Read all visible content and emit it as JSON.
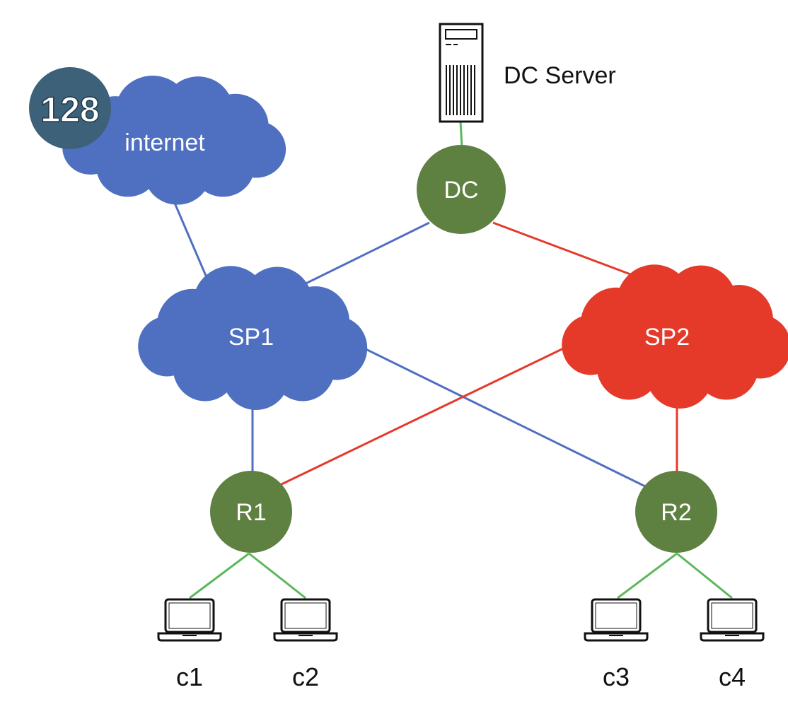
{
  "badge": {
    "text": "128",
    "color": "#3d6179"
  },
  "colors": {
    "blue": "#4f6fc0",
    "red": "#e53a2a",
    "green_node": "#5e8040",
    "green_link": "#5cb85c"
  },
  "nodes": {
    "internet": {
      "label": "internet",
      "kind": "cloud",
      "color": "#4f6fc0"
    },
    "sp1": {
      "label": "SP1",
      "kind": "cloud",
      "color": "#4f6fc0"
    },
    "sp2": {
      "label": "SP2",
      "kind": "cloud",
      "color": "#e53a2a"
    },
    "dc": {
      "label": "DC",
      "kind": "router",
      "color": "#5e8040"
    },
    "r1": {
      "label": "R1",
      "kind": "router",
      "color": "#5e8040"
    },
    "r2": {
      "label": "R2",
      "kind": "router",
      "color": "#5e8040"
    },
    "dc_server": {
      "label": "DC Server",
      "kind": "server",
      "icon": "server-icon"
    },
    "c1": {
      "label": "c1",
      "kind": "client",
      "icon": "laptop-icon"
    },
    "c2": {
      "label": "c2",
      "kind": "client",
      "icon": "laptop-icon"
    },
    "c3": {
      "label": "c3",
      "kind": "client",
      "icon": "laptop-icon"
    },
    "c4": {
      "label": "c4",
      "kind": "client",
      "icon": "laptop-icon"
    }
  },
  "links": [
    {
      "from": "internet",
      "to": "sp1",
      "color": "blue"
    },
    {
      "from": "dc_server",
      "to": "dc",
      "color": "green"
    },
    {
      "from": "dc",
      "to": "sp1",
      "color": "blue"
    },
    {
      "from": "dc",
      "to": "sp2",
      "color": "red"
    },
    {
      "from": "sp1",
      "to": "r1",
      "color": "blue"
    },
    {
      "from": "sp1",
      "to": "r2",
      "color": "blue"
    },
    {
      "from": "sp2",
      "to": "r1",
      "color": "red"
    },
    {
      "from": "sp2",
      "to": "r2",
      "color": "red"
    },
    {
      "from": "r1",
      "to": "c1",
      "color": "green"
    },
    {
      "from": "r1",
      "to": "c2",
      "color": "green"
    },
    {
      "from": "r2",
      "to": "c3",
      "color": "green"
    },
    {
      "from": "r2",
      "to": "c4",
      "color": "green"
    }
  ]
}
